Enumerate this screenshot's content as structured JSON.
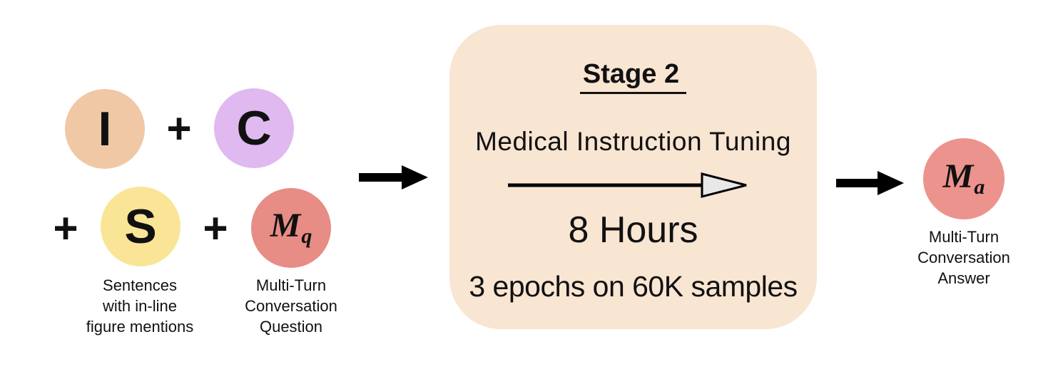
{
  "operators": {
    "plus": "+"
  },
  "inputs": {
    "image_symbol": "I",
    "caption_symbol": "C",
    "sentence_symbol": "S",
    "model_q_symbol": "M",
    "model_q_subscript": "q",
    "s_caption": [
      "Sentences",
      "with in-line",
      "figure mentions"
    ],
    "mq_caption": [
      "Multi-Turn",
      "Conversation",
      "Question"
    ]
  },
  "stage_box": {
    "title": "Stage 2",
    "heading": "Medical Instruction Tuning",
    "duration": "8 Hours",
    "detail": "3 epochs on 60K samples"
  },
  "output": {
    "model_a_symbol": "M",
    "model_a_subscript": "a",
    "ma_caption": [
      "Multi-Turn",
      "Conversation",
      "Answer"
    ]
  },
  "colors": {
    "circle_i": "#F0C8A6",
    "circle_c": "#DFB9F0",
    "circle_s": "#FAE596",
    "circle_mq": "#E88C86",
    "circle_ma": "#EC938D",
    "stage_box_bg": "#F8E5D2",
    "arrow": "#000000",
    "progress_arrow_head_fill": "#E8E8E8"
  }
}
